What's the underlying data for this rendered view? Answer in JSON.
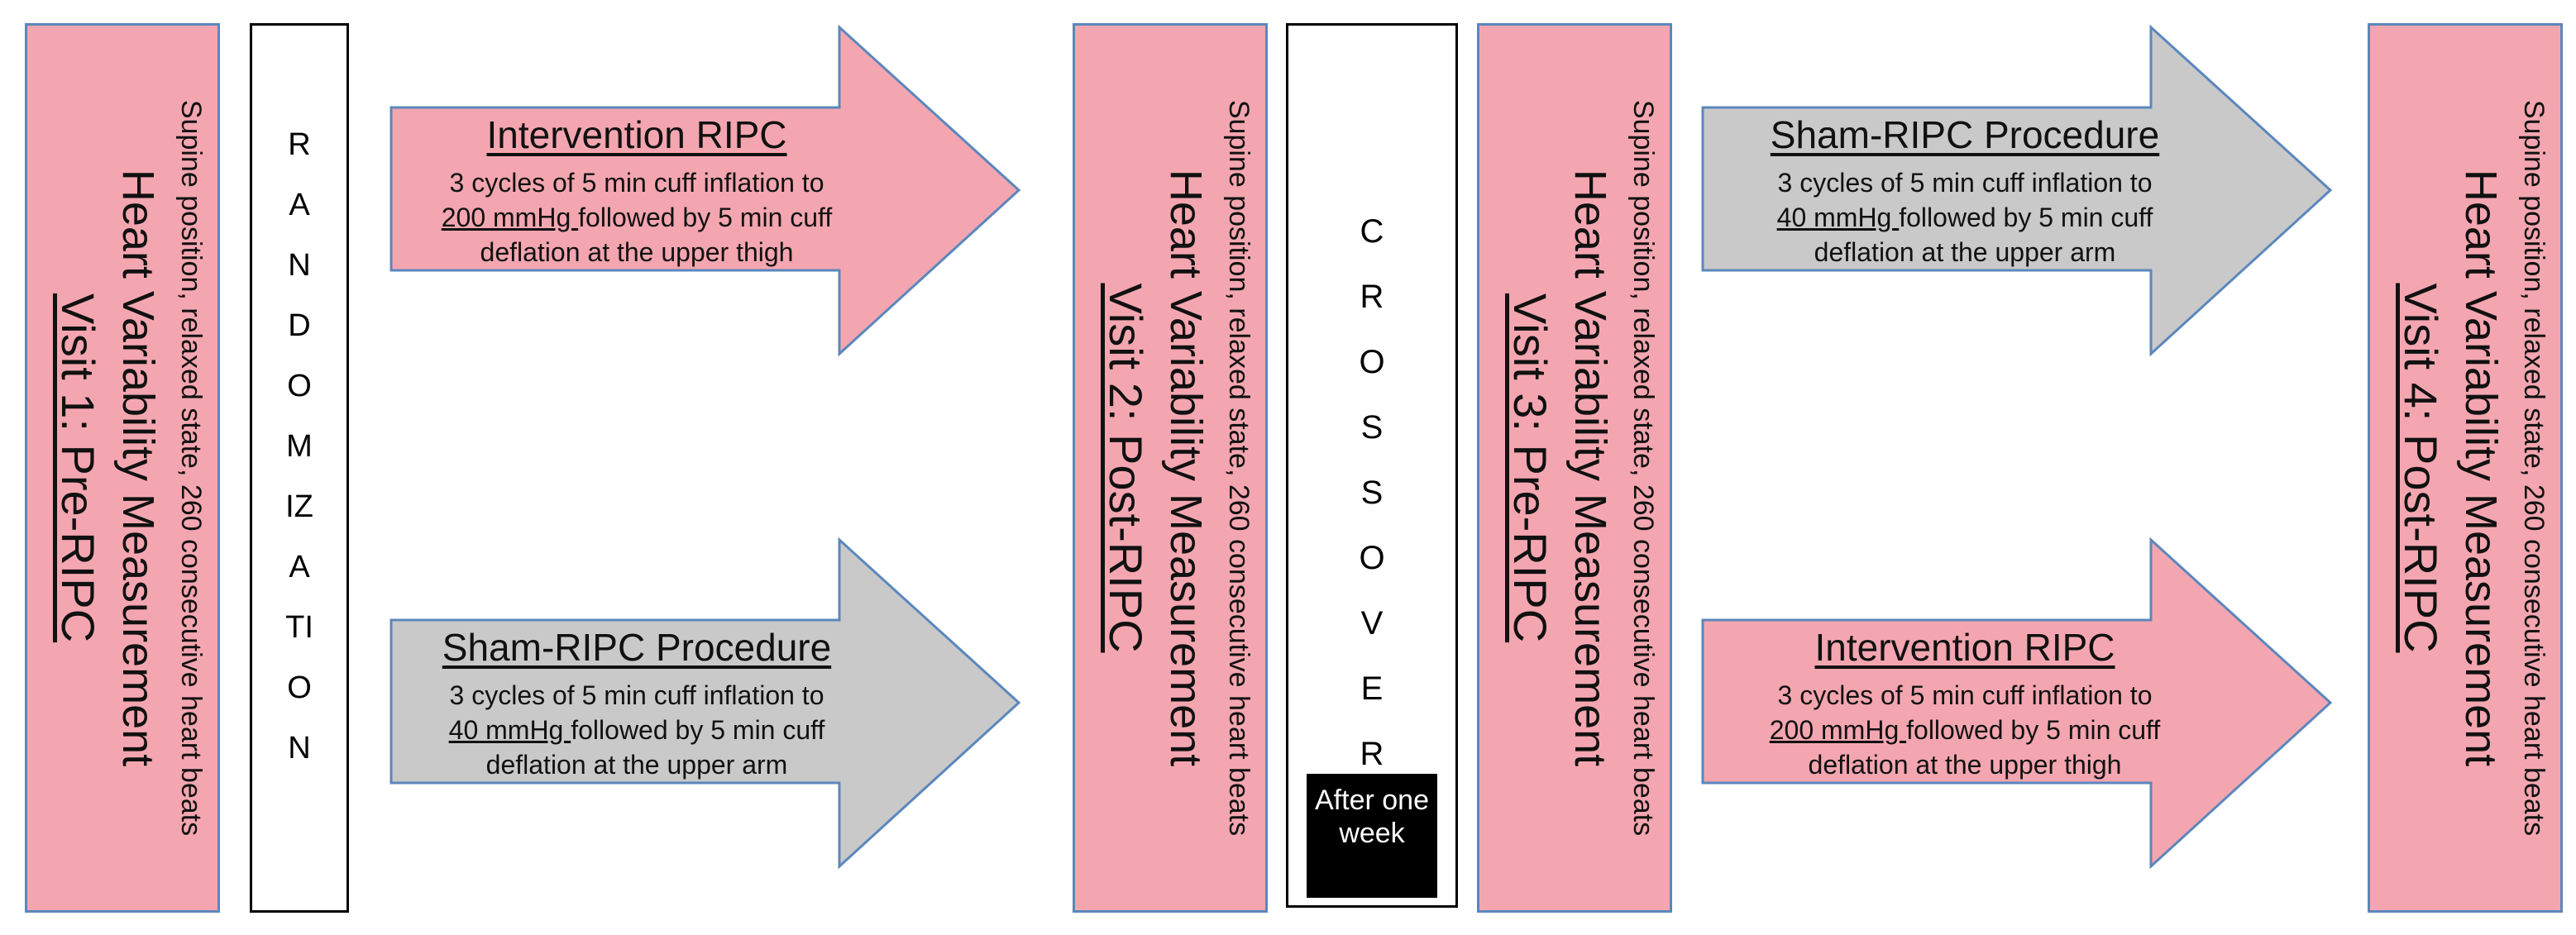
{
  "visits": [
    {
      "title": "Visit 1: Pre-RIPC",
      "subtitle": "Heart Variability Measurement",
      "desc": "Supine position, relaxed state, 260 consecutive heart beats"
    },
    {
      "title": "Visit 2: Post-RIPC",
      "subtitle": "Heart Variability Measurement",
      "desc": "Supine position, relaxed state, 260 consecutive heart beats"
    },
    {
      "title": "Visit 3: Pre-RIPC",
      "subtitle": "Heart Variability Measurement",
      "desc": "Supine position, relaxed state, 260 consecutive heart beats"
    },
    {
      "title": "Visit 4: Post-RIPC",
      "subtitle": "Heart Variability Measurement",
      "desc": "Supine position, relaxed state, 260 consecutive heart beats"
    }
  ],
  "randomization": "RANDOMIZATION",
  "crossover": "CROSSOVER",
  "crossover_note": "After one week",
  "arrows": {
    "intervention": {
      "title": "Intervention RIPC",
      "line1": "3 cycles of 5 min cuff inflation to",
      "pressure": "200 mmHg ",
      "line2_rest": "followed by 5 min cuff",
      "line3": "deflation at the upper thigh"
    },
    "sham": {
      "title": "Sham-RIPC Procedure",
      "line1": "3 cycles of 5 min cuff inflation to",
      "pressure": "40 mmHg ",
      "line2_rest": "followed by 5 min cuff",
      "line3": "deflation at the upper arm"
    }
  },
  "colors": {
    "pink": "#f4a6b0",
    "gray": "#c9c9c9",
    "border_blue": "#5b87bd"
  }
}
